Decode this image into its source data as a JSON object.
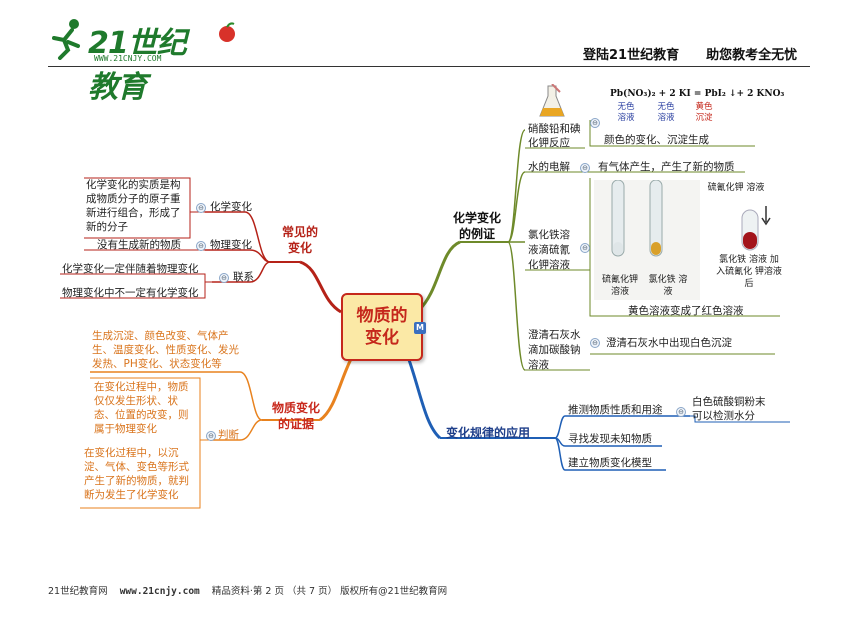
{
  "header": {
    "logo": "21世纪教育",
    "logo_url": "WWW.21CNJY.COM",
    "slogan_1": "登陆21世纪教育",
    "slogan_2": "助您教考全无忧"
  },
  "center": {
    "title_line1": "物质的",
    "title_line2": "变化",
    "badge": "M"
  },
  "branches": {
    "common": {
      "title_line1": "常见的",
      "title_line2": "变化",
      "chemical": {
        "label": "化学变化",
        "note": "化学变化的实质是构成物质分子的原子重新进行组合，形成了新的分子"
      },
      "physical": {
        "label": "物理变化",
        "note": "没有生成新的物质"
      },
      "relation": {
        "label": "联系",
        "note1": "化学变化一定伴随着物理变化",
        "note2": "物理变化中不一定有化学变化"
      }
    },
    "evidence": {
      "title_line1": "物质变化",
      "title_line2": "的证据",
      "top_note": "生成沉淀、颜色改变、气体产生、温度变化、性质变化、发光发热、PH变化、状态变化等",
      "judge": {
        "label": "判断",
        "physical_note": "在变化过程中，物质仅仅发生形状、状态、位置的改变，则属于物理变化",
        "chemical_note": "在变化过程中，以沉淀、气体、变色等形式产生了新的物质，就判断为发生了化学变化"
      }
    },
    "examples": {
      "title_line1": "化学变化",
      "title_line2": "的例证",
      "lead": {
        "label_line1": "硝酸铅和碘",
        "label_line2": "化钾反应",
        "equation": "Pb(NO₃)₂ + 2 KI = PbI₂ ↓+ 2 KNO₃",
        "eq_col1": "无色 溶液",
        "eq_col2": "无色 溶液",
        "eq_col3": "黄色 沉淀",
        "result": "颜色的变化、沉淀生成"
      },
      "water": {
        "label": "水的电解",
        "result": "有气体产生，产生了新的物质"
      },
      "ferric": {
        "label_line1": "氯化铁溶",
        "label_line2": "液滴硫氰",
        "label_line3": "化钾溶液",
        "tube1": "硫氰化钾 溶液",
        "tube2": "氯化铁 溶液",
        "dropper": "硫氰化钾 溶液",
        "result_tube": "氯化铁 溶液 加入硫氰化 钾溶液后",
        "result": "黄色溶液变成了红色溶液"
      },
      "limewater": {
        "label_line1": "澄清石灰水",
        "label_line2": "滴加碳酸钠",
        "label_line3": "溶液",
        "result": "澄清石灰水中出现白色沉淀"
      }
    },
    "application": {
      "title": "变化规律的应用",
      "item1": "推测物质性质和用途",
      "item1_note_line1": "白色硫酸铜粉末",
      "item1_note_line2": "可以检测水分",
      "item2": "寻找发现未知物质",
      "item3": "建立物质变化模型"
    }
  },
  "footer": {
    "left": "21世纪教育网",
    "url": "www.21cnjy.com",
    "rest": "精品资料·第 2 页 （共 7 页） 版权所有@21世纪教育网"
  },
  "colors": {
    "common": "#b52218",
    "evidence": "#e8821e",
    "examples": "#6e8a2a",
    "application": "#1f5fb5",
    "center_fill": "#fbe9a6",
    "center_border": "#c5281c"
  }
}
